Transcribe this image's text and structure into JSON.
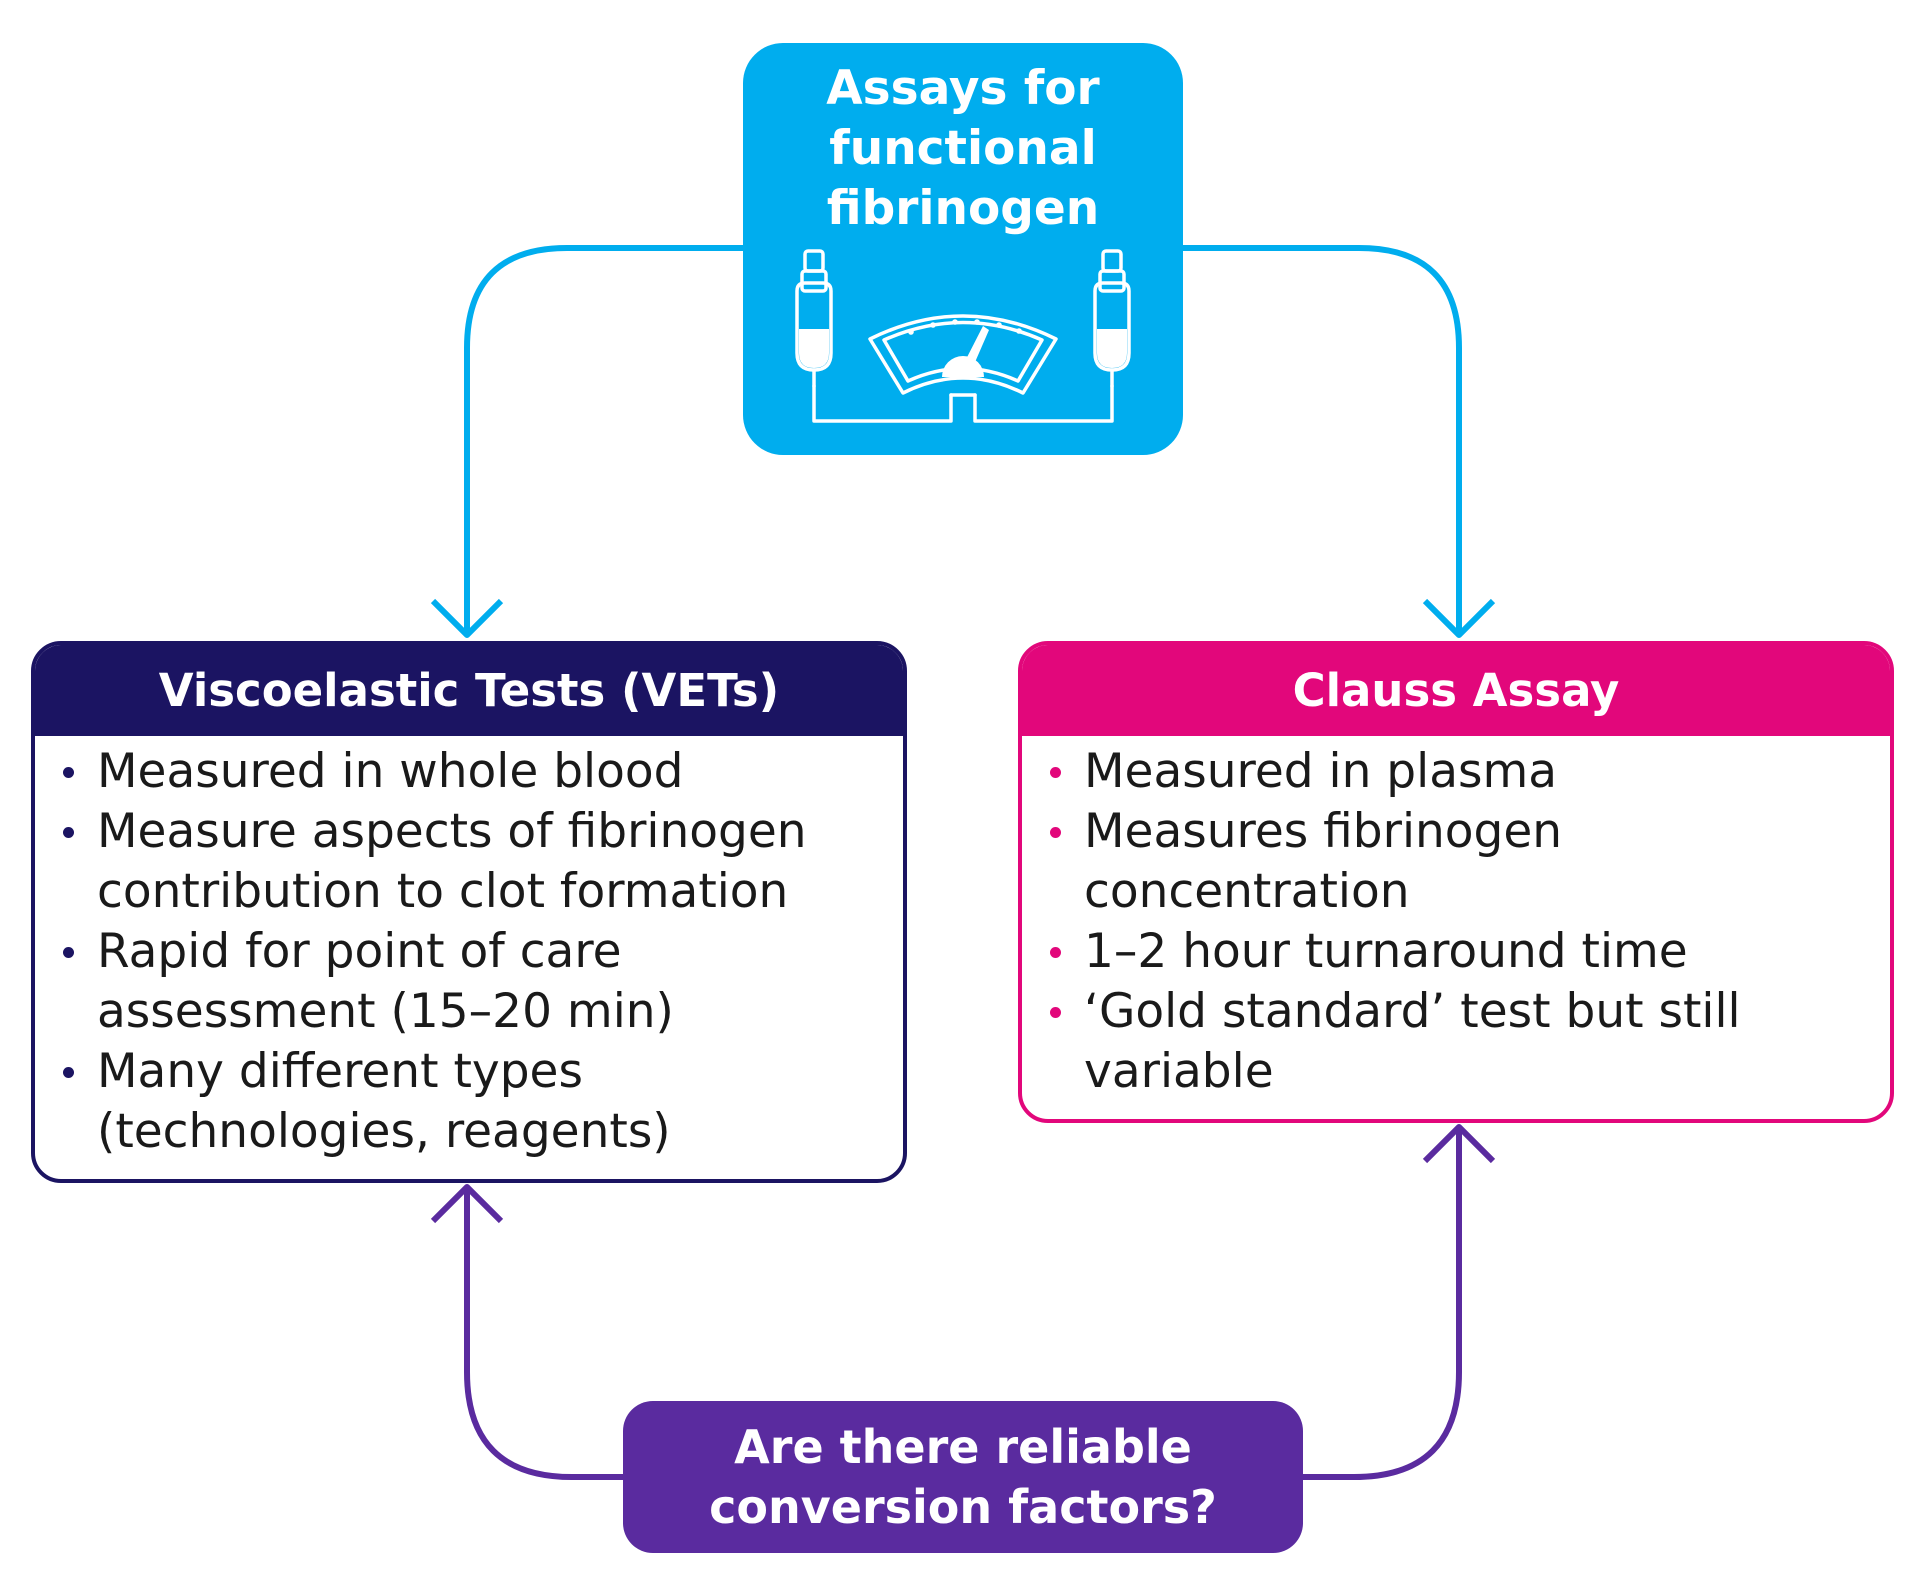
{
  "top": {
    "title_line1": "Assays for",
    "title_line2": "functional",
    "title_line3": "fibrinogen",
    "icon": "fibrinogen-meter-icon",
    "color": "#00adee"
  },
  "vets": {
    "title": "Viscoelastic Tests (VETs)",
    "color": "#1b1462",
    "bullets": [
      {
        "lines": [
          "Measured in whole blood"
        ]
      },
      {
        "lines": [
          "Measure aspects of fibrinogen",
          "contribution to clot formation"
        ]
      },
      {
        "lines": [
          "Rapid for point of care",
          "assessment (15–20 min)"
        ]
      },
      {
        "lines": [
          "Many different types",
          "(technologies, reagents)"
        ]
      }
    ]
  },
  "clauss": {
    "title": "Clauss Assay",
    "color": "#e2077b",
    "bullets": [
      {
        "lines": [
          "Measured in plasma"
        ]
      },
      {
        "lines": [
          "Measures fibrinogen",
          "concentration"
        ]
      },
      {
        "lines": [
          "1–2 hour turnaround time"
        ]
      },
      {
        "lines": [
          "‘Gold standard’ test but still",
          "variable"
        ]
      }
    ]
  },
  "bottom": {
    "line1": "Are there reliable",
    "line2": "conversion factors?",
    "color": "#5a2b9f"
  }
}
